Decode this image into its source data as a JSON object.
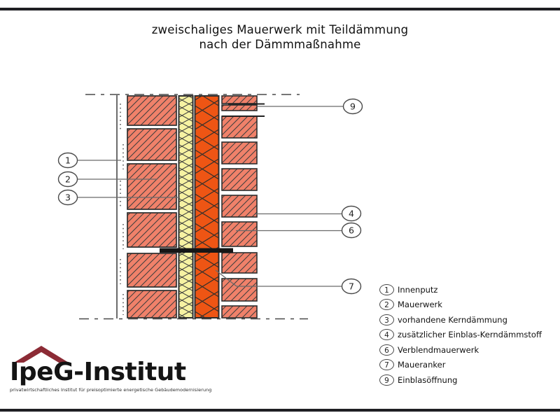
{
  "page": {
    "title_line1": "zweischaliges Mauerwerk mit Teildämmung",
    "title_line2": "nach der Dämmmaßnahme"
  },
  "callouts": [
    {
      "id": "1",
      "label": "Innenputz"
    },
    {
      "id": "2",
      "label": "Mauerwerk"
    },
    {
      "id": "3",
      "label": "vorhandene Kerndämmung"
    },
    {
      "id": "4",
      "label": "zusätzlicher Einblas-Kerndämmstoff"
    },
    {
      "id": "6",
      "label": "Verblendmauerwerk"
    },
    {
      "id": "7",
      "label": "Maueranker"
    },
    {
      "id": "9",
      "label": "Einblasöffnung"
    }
  ],
  "logo": {
    "brand_bold": "IpeG-",
    "brand_light": "Institut",
    "tagline": "privatwirtschaftliches Institut für preisoptimierte energetische Gebäudemodernisierung"
  },
  "colors": {
    "brick": "#F0816A",
    "insulYellow": "#F6F2A2",
    "insulOrange": "#EE5514",
    "anchor": "#161616",
    "roof": "#8C2B35",
    "line": "#2e2e2e",
    "leader": "#6a6a6a"
  }
}
